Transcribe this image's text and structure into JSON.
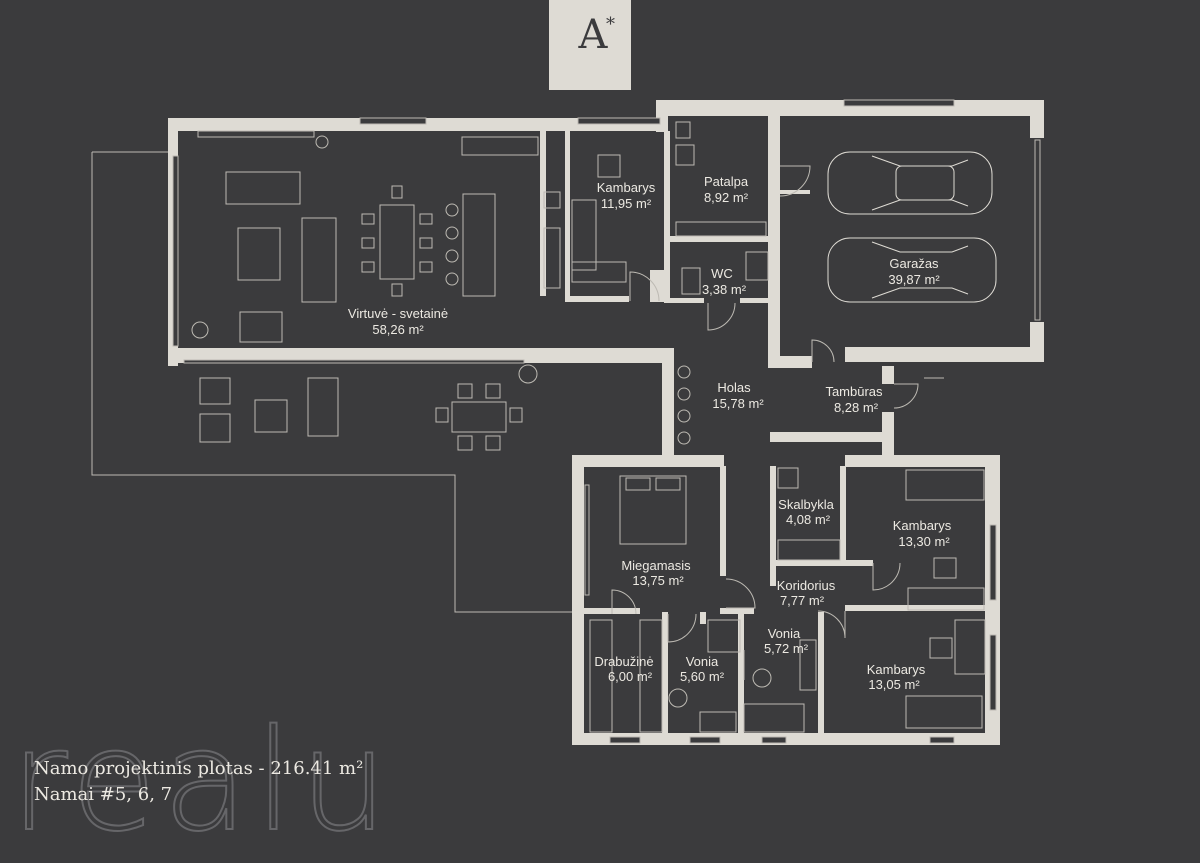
{
  "brand": {
    "letter": "A",
    "mark": "*"
  },
  "rooms": [
    {
      "id": "virtuve",
      "name": "Virtuvė - svetainė",
      "area": "58,26 m²"
    },
    {
      "id": "kambarys1",
      "name": "Kambarys",
      "area": "11,95 m²"
    },
    {
      "id": "patalpa",
      "name": "Patalpa",
      "area": "8,92 m²"
    },
    {
      "id": "wc",
      "name": "WC",
      "area": "3,38 m²"
    },
    {
      "id": "garazas",
      "name": "Garažas",
      "area": "39,87 m²"
    },
    {
      "id": "holas",
      "name": "Holas",
      "area": "15,78 m²"
    },
    {
      "id": "tamburas",
      "name": "Tambūras",
      "area": "8,28 m²"
    },
    {
      "id": "skalbykla",
      "name": "Skalbykla",
      "area": "4,08 m²"
    },
    {
      "id": "kambarys2",
      "name": "Kambarys",
      "area": "13,30 m²"
    },
    {
      "id": "miegamasis",
      "name": "Miegamasis",
      "area": "13,75 m²"
    },
    {
      "id": "koridorius",
      "name": "Koridorius",
      "area": "7,77 m²"
    },
    {
      "id": "vonia1",
      "name": "Vonia",
      "area": "5,72 m²"
    },
    {
      "id": "drabuzine",
      "name": "Drabužinė",
      "area": "6,00 m²"
    },
    {
      "id": "vonia2",
      "name": "Vonia",
      "area": "5,60 m²"
    },
    {
      "id": "kambarys3",
      "name": "Kambarys",
      "area": "13,05 m²"
    }
  ],
  "footer": {
    "area_line": "Namo projektinis plotas - 216.41 m²",
    "houses_line": "Namai #5, 6, 7"
  },
  "watermark": "realu",
  "colors": {
    "background": "#3b3b3d",
    "wall": "#dedbd4",
    "line": "#bdbab3"
  }
}
